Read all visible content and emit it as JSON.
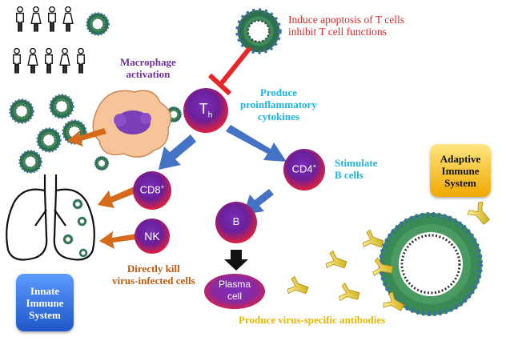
{
  "labels": {
    "apoptosis_line1": "Induce apoptosis of T cells",
    "apoptosis_line2": "inhibit T cell functions",
    "macrophage_line1": "Macrophage",
    "macrophage_line2": "activation",
    "produce_line1": "Produce",
    "produce_line2": "proinflammatory",
    "produce_line3": "cytokines",
    "stimulate_line1": "Stimulate",
    "stimulate_line2": "B cells",
    "kill_line1": "Directly kill",
    "kill_line2": "virus-infected  cells",
    "antibodies": "Produce virus-specific antibodies"
  },
  "cells": {
    "th_main": "T",
    "th_sub": "h",
    "cd8_main": "CD8",
    "cd8_sup": "+",
    "cd4_main": "CD4",
    "cd4_sup": "+",
    "nk": "NK",
    "b": "B",
    "plasma_line1": "Plasma",
    "plasma_line2": "cell"
  },
  "boxes": {
    "innate_line1": "Innate",
    "innate_line2": "Immune",
    "innate_line3": "System",
    "adaptive_line1": "Adaptive",
    "adaptive_line2": "Immune",
    "adaptive_line3": "System"
  },
  "colors": {
    "red_text": "#e8262a",
    "purple_text": "#7030a0",
    "cyan_text": "#1fb3e6",
    "orange_text": "#c55a11",
    "yellow_text": "#e6b800"
  }
}
